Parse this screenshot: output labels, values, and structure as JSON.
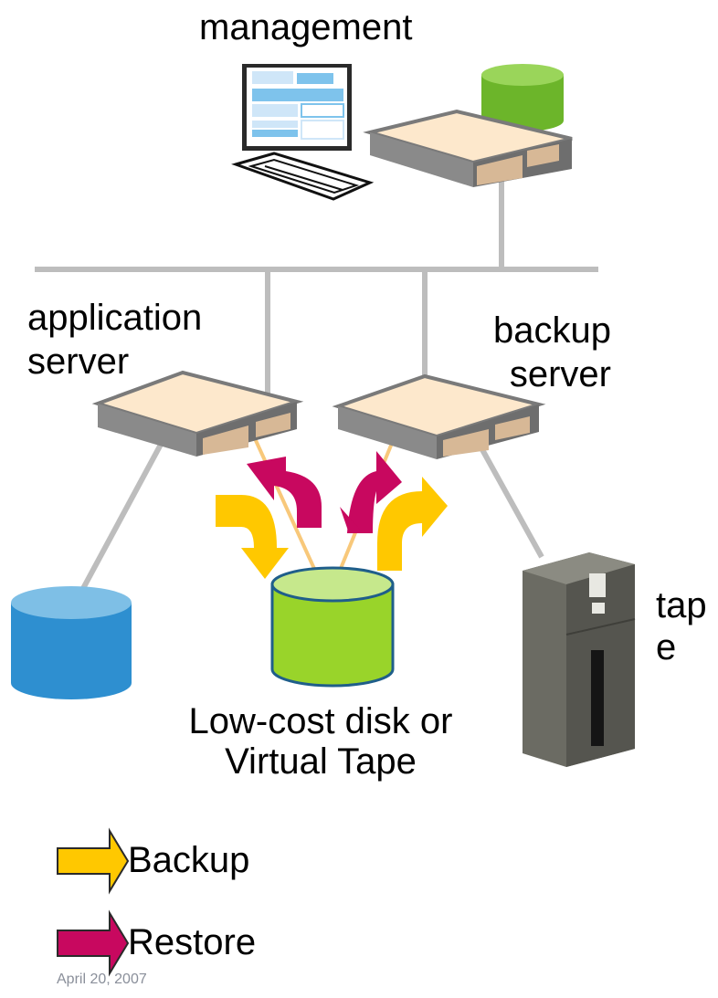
{
  "labels": {
    "management": "management",
    "application_server_line1": "application",
    "application_server_line2": "server",
    "backup_server_line1": "backup",
    "backup_server_line2": "server",
    "tape_line1": "tap",
    "tape_line2": "e",
    "disk_line1": "Low-cost disk or",
    "disk_line2": "Virtual Tape"
  },
  "legend": {
    "backup": "Backup",
    "restore": "Restore"
  },
  "footer": {
    "date": "April 20, 2007"
  },
  "colors": {
    "backup_arrow": "#ffc800",
    "restore_arrow": "#c8085f",
    "network_line": "#bdbdbd",
    "green_disk": "#99d42a",
    "mgmt_disk": "#6cb52a",
    "blue_disk": "#2e8fd0",
    "server_top": "#fde8cc"
  }
}
